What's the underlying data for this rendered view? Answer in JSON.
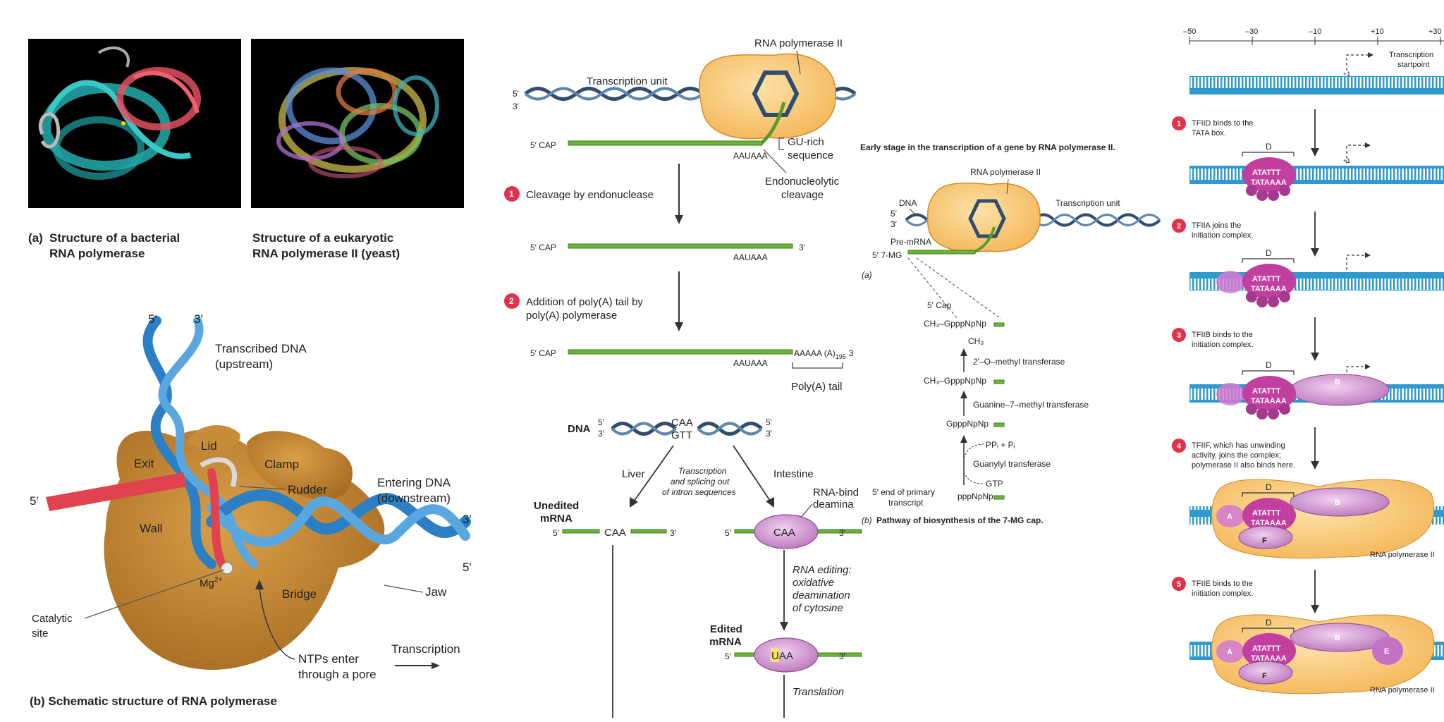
{
  "panel_a": {
    "caption_prefix": "(a)",
    "caption_bacterial_line1": "Structure of a bacterial",
    "caption_bacterial_line2": "RNA polymerase",
    "caption_eukaryotic_line1": "Structure of a eukaryotic",
    "caption_eukaryotic_line2": "RNA polymerase II (yeast)"
  },
  "panel_b": {
    "strand_5": "5′",
    "strand_3": "3′",
    "transcribed_dna_line1": "Transcribed DNA",
    "transcribed_dna_line2": "(upstream)",
    "lid": "Lid",
    "clamp": "Clamp",
    "exit": "Exit",
    "rudder": "Rudder",
    "wall": "Wall",
    "entering_dna_line1": "Entering DNA",
    "entering_dna_line2": "(downstream)",
    "rna_5": "5′",
    "right_3": "3′",
    "right_5": "5′",
    "mg": "Mg",
    "mg_sup": "2+",
    "bridge": "Bridge",
    "jaw": "Jaw",
    "catalytic_line1": "Catalytic",
    "catalytic_line2": "site",
    "ntps_line1": "NTPs enter",
    "ntps_line2": "through a pore",
    "transcription": "Transcription",
    "caption": "(b) Schematic structure of RNA polymerase"
  },
  "processing": {
    "rna_pol": "RNA polymerase II",
    "unit": "Transcription unit",
    "five": "5′",
    "three": "3′",
    "cap": "5′  CAP",
    "gu_line1": "GU-rich",
    "gu_line2": "sequence",
    "aauaaa": "AAUAAA",
    "endo_line1": "Endonucleolytic",
    "endo_line2": "cleavage",
    "step1_num": "1",
    "step1": "Cleavage by endonuclease",
    "three_end": "3′",
    "step2_num": "2",
    "step2_line1": "Addition of poly(A) tail by",
    "step2_line2": "poly(A) polymerase",
    "polya_seq": "AAAAA (A)",
    "polya_sub": "195",
    "polya_three": "3",
    "polya_tail": "Poly(A) tail"
  },
  "editing": {
    "dna": "DNA",
    "five": "5′",
    "three": "3′",
    "caa": "CAA",
    "gtt": "GTT",
    "liver": "Liver",
    "intestine": "Intestine",
    "splice_line1": "Transcription",
    "splice_line2": "and splicing out",
    "splice_line3": "of intron sequences",
    "unedited_line1": "Unedited",
    "unedited_line2": "mRNA",
    "rna_bind_line1": "RNA-bind",
    "rna_bind_line2": "deamina",
    "caa_rna": "CAA",
    "edit_line1": "RNA editing:",
    "edit_line2": "oxidative",
    "edit_line3": "deamination",
    "edit_line4": "of cytosine",
    "edited_line1": "Edited",
    "edited_line2": "mRNA",
    "uaa_u": "U",
    "uaa_aa": "AA",
    "translation": "Translation"
  },
  "capping": {
    "title": "Early stage in the transcription of a gene by RNA polymerase II.",
    "rna_pol": "RNA polymerase II",
    "dna": "DNA",
    "unit": "Transcription unit",
    "five": "5′",
    "three": "3′",
    "pre_mrna": "Pre-mRNA",
    "seven_mg": "5′  7-MG",
    "label_a": "(a)",
    "cap_label": "5′ Cap",
    "m1": "CH₃–GpppNpNp",
    "ch3": "CH₃",
    "e1": "2′–O–methyl transferase",
    "m2": "CH₃–GpppNpNp",
    "e2": "Guanine–7–methyl transferase",
    "m3": "GpppNpNp",
    "ppi": "PPᵢ + Pᵢ",
    "e3": "Guanylyl transferase",
    "gtp": "GTP",
    "end_line1": "5′ end of primary",
    "end_line2": "transcript",
    "m4": "pppNpNp",
    "caption_b": "(b)",
    "caption": "Pathway of biosynthesis of the 7-MG cap."
  },
  "assembly": {
    "ticks": [
      "–50",
      "–30",
      "–10",
      "+10",
      "+30"
    ],
    "start_line1": "Transcription",
    "start_line2": "startpoint",
    "plus1": "+1",
    "tata_top": "ATATTT",
    "tata_bottom": "TATAAAA",
    "d": "D",
    "a": "A",
    "b": "B",
    "f": "F",
    "e": "E",
    "pol": "RNA polymerase II",
    "steps": [
      {
        "num": "1",
        "line1": "TFIID binds to the",
        "line2": "TATA box.",
        "line3": ""
      },
      {
        "num": "2",
        "line1": "TFIIA joins the",
        "line2": "initiation complex.",
        "line3": ""
      },
      {
        "num": "3",
        "line1": "TFIIB binds to the",
        "line2": "initiation complex.",
        "line3": ""
      },
      {
        "num": "4",
        "line1": "TFIIF, which has unwinding",
        "line2": "activity, joins the complex;",
        "line3": "polymerase II also binds here."
      },
      {
        "num": "5",
        "line1": "TFIIE binds to the",
        "line2": "initiation complex.",
        "line3": ""
      }
    ]
  }
}
